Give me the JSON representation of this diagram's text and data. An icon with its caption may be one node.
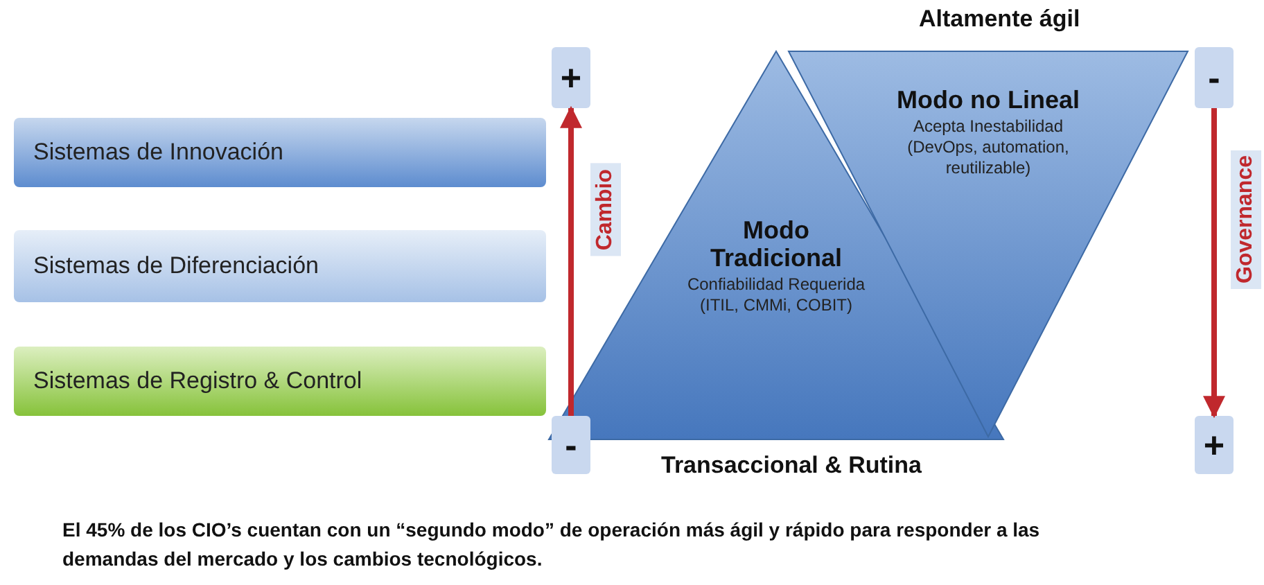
{
  "diagram": {
    "caption": "El 45% de los CIO’s cuentan con un “segundo modo” de operación más ágil y rápido para responder a las demandas del mercado y los cambios tecnológicos.",
    "nodes": [
      {
        "text": [
          "Sistemas de Innovación"
        ]
      },
      {
        "text": [
          "Sistemas de Diferenciación"
        ]
      },
      {
        "text": [
          "Sistemas de Registro & Control"
        ]
      },
      {
        "text": [
          "Modo Tradicional",
          "Confiabilidad Requerida (ITIL, CMMi, COBIT)"
        ],
        "beside": [
          "Transaccional & Rutina"
        ]
      },
      {
        "text": [
          "Modo no Lineal",
          "Acepta Inestabilidad (DevOps, automation, reutilizable)"
        ],
        "beside": [
          "Altamente ágil"
        ]
      },
      {
        "text": [
          "+"
        ]
      },
      {
        "text": [
          "-"
        ]
      },
      {
        "text": [
          "-"
        ]
      },
      {
        "text": [
          "+"
        ]
      }
    ],
    "edges": [
      {
        "from": 6,
        "to": 5,
        "arrow": "to",
        "label": "Cambio"
      },
      {
        "from": 7,
        "to": 8,
        "arrow": "to",
        "label": "Governance"
      }
    ]
  }
}
